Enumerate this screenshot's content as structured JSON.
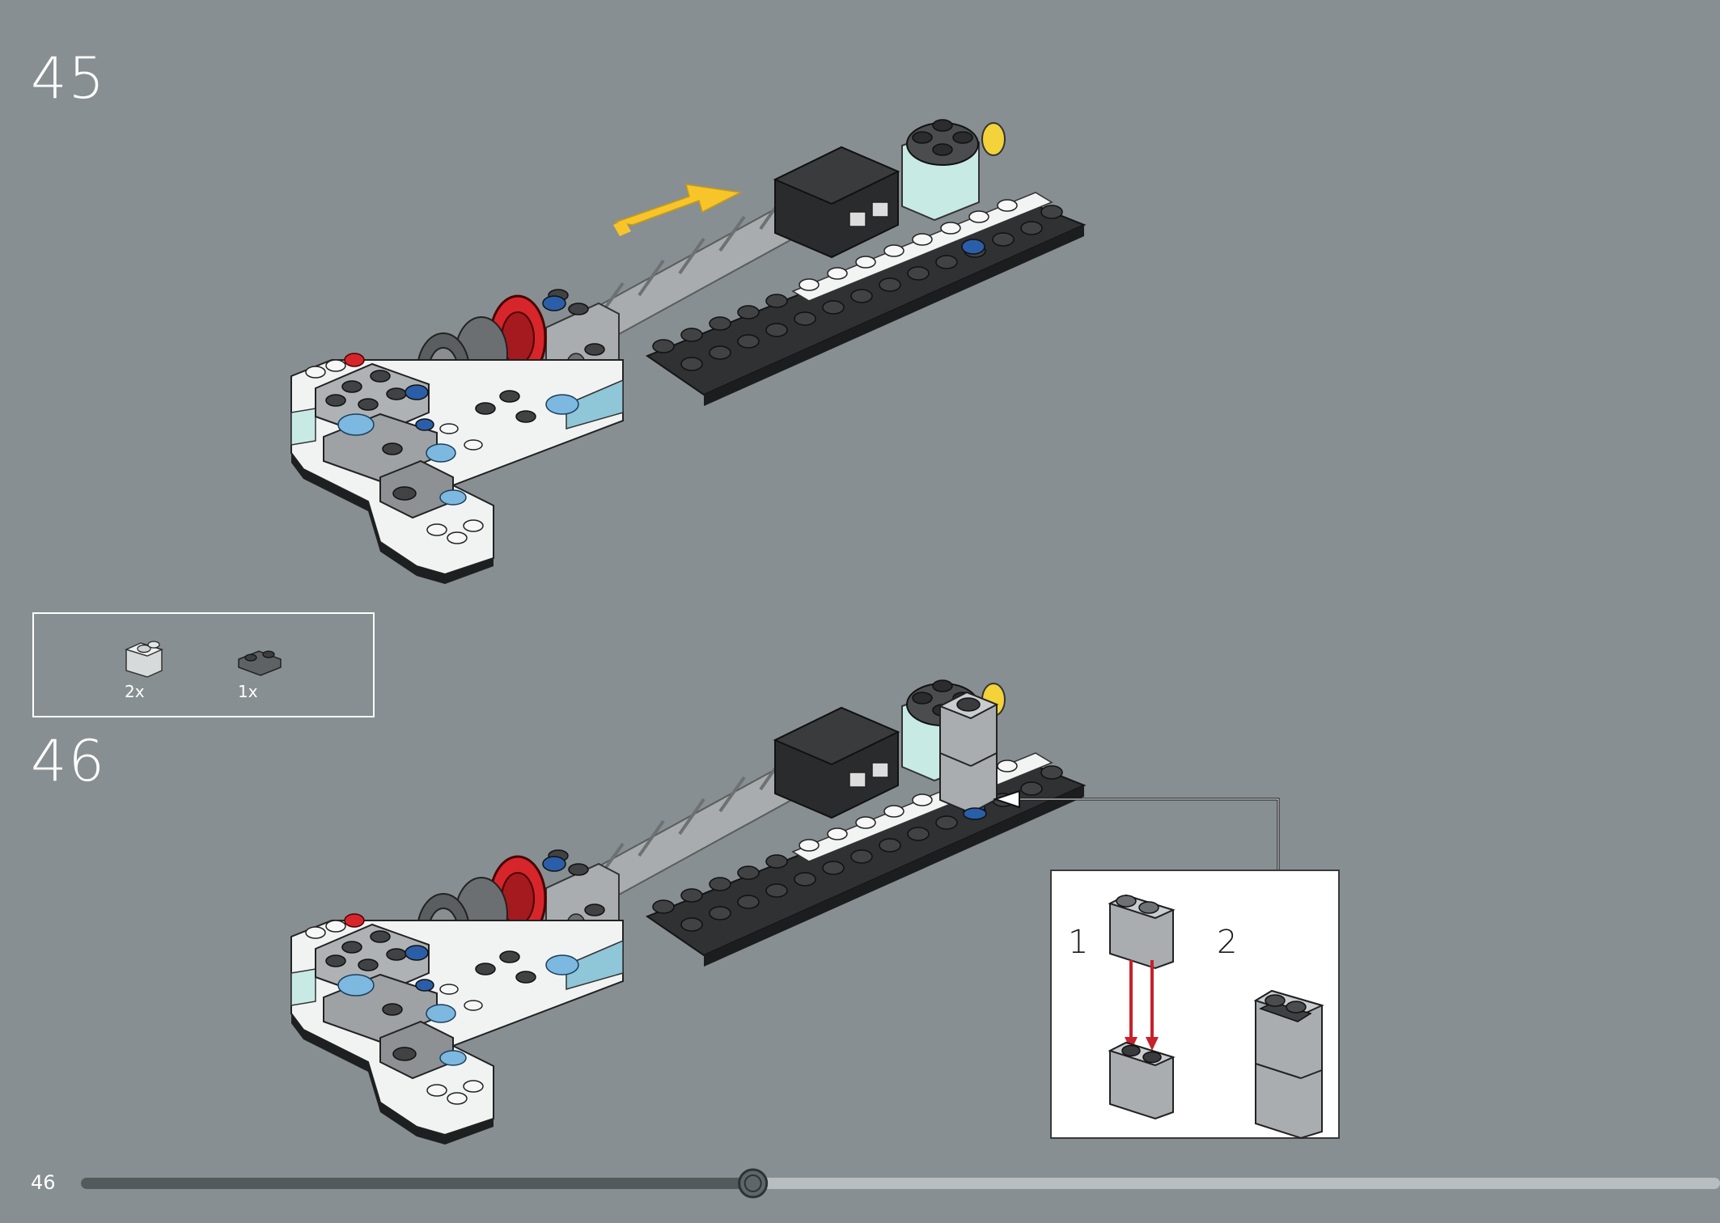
{
  "steps": [
    {
      "number": "45"
    },
    {
      "number": "46"
    }
  ],
  "parts_list": {
    "items": [
      {
        "quantity": "2x",
        "part": "light-gray-1x2-jumper-brick-icon"
      },
      {
        "quantity": "1x",
        "part": "dark-gray-1x2-jumper-plate-icon"
      }
    ]
  },
  "callout": {
    "substeps": [
      {
        "number": "1"
      },
      {
        "number": "2"
      }
    ]
  },
  "footer": {
    "page_number": "46",
    "progress": 0.41
  },
  "colors": {
    "background": "#878f92",
    "arrow_yellow": "#f7c52a",
    "red_arrow": "#c8202c",
    "progress_dark": "#525a5c",
    "progress_light": "#b8bdbf"
  }
}
